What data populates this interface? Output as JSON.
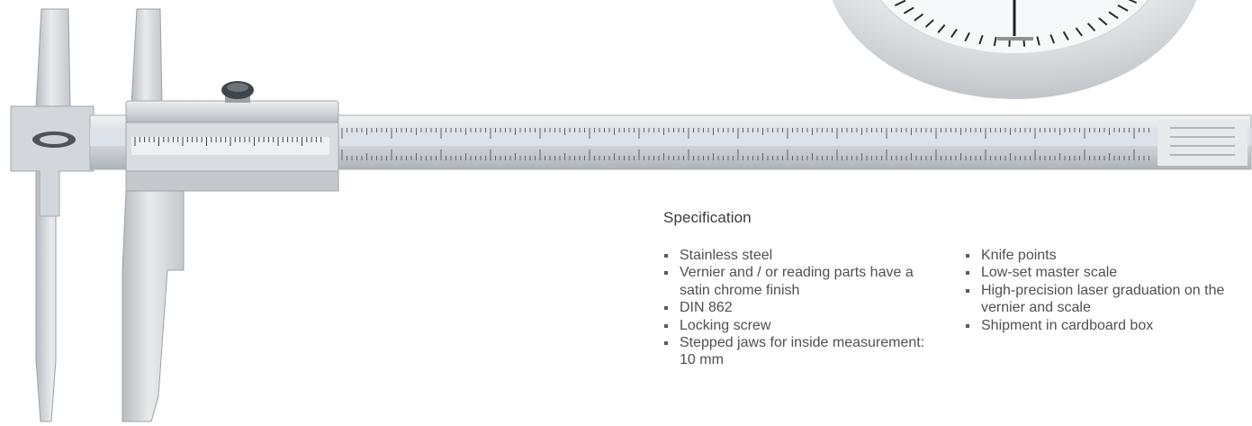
{
  "spec": {
    "title": "Specification",
    "left_items": [
      "Stainless steel",
      "Vernier and / or reading parts have a satin chrome finish",
      "DIN 862",
      "Locking screw",
      "Stepped jaws for inside measurement: 10 mm"
    ],
    "right_items": [
      "Knife points",
      "Low-set master scale",
      "High-precision laser graduation on the vernier and scale",
      "Shipment in cardboard box"
    ]
  },
  "colors": {
    "steel_light": "#e6e8ea",
    "steel_mid": "#c9ccd0",
    "steel_dark": "#9ea3a8",
    "scale_band": "#d8dde3",
    "text": "#4a4a4a"
  },
  "icons": {
    "caliper": "vernier-caliper-illustration",
    "dial": "dial-gauge-illustration"
  }
}
